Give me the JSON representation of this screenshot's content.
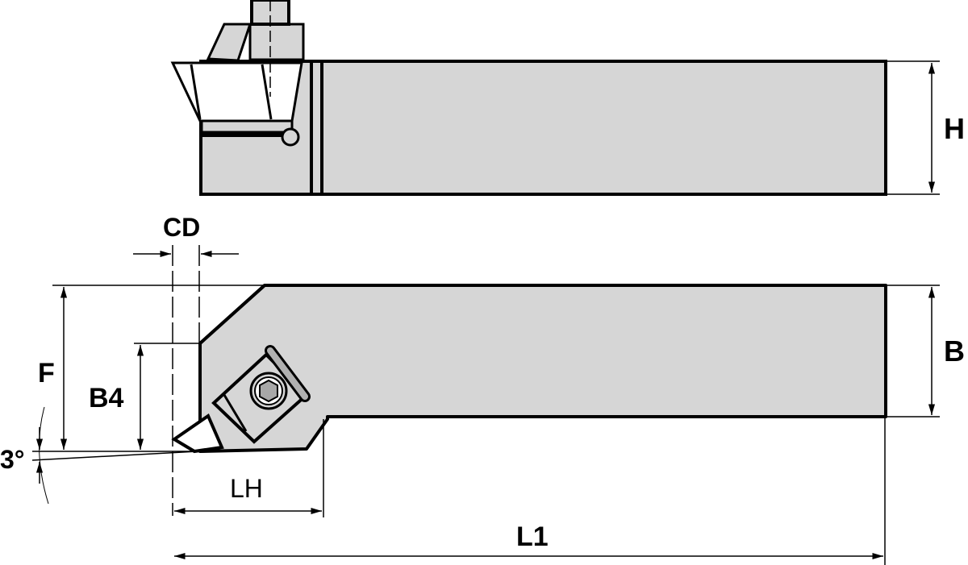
{
  "diagram": {
    "type": "technical-drawing",
    "subject": "turning tool holder",
    "views": [
      "side-view",
      "top-view"
    ],
    "colors": {
      "body_fill": "#d6d6d6",
      "insert_fill": "#ffffff",
      "outline": "#000000",
      "dimension_line": "#000000"
    },
    "dimensions": {
      "H": "H",
      "B": "B",
      "CD": "CD",
      "F": "F",
      "B4": "B4",
      "LH": "LH",
      "L1": "L1",
      "angle": "3°"
    }
  }
}
